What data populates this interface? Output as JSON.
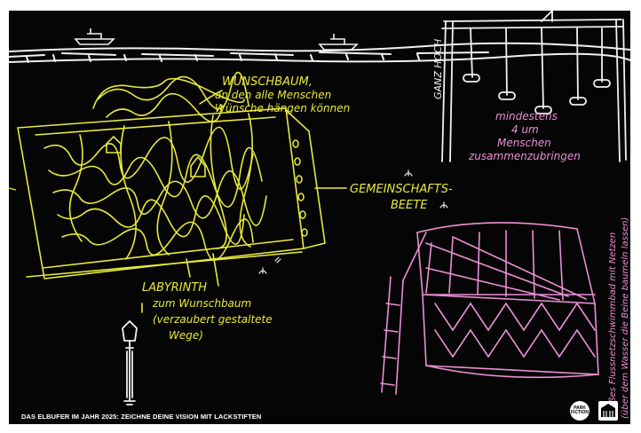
{
  "labels": {
    "wunschbaum": "WUNSCHBAUM,",
    "wunschbaum_line2": "an den alle Menschen",
    "wunschbaum_line3": "Wünsche hängen können",
    "ganz_hoch": "GANZ HOCH",
    "mindestens": "mindestens",
    "mindestens_line2": "4 um",
    "mindestens_line3": "Menschen",
    "mindestens_line4": "zusammenzubringen",
    "gemeinschafts": "GEMEINSCHAFTS-",
    "beete": "BEETE",
    "labyrinth": "LABYRINTH",
    "labyrinth_line2": "zum Wunschbaum",
    "labyrinth_line3": "(verzaubert gestaltete",
    "labyrinth_line4": "Wege)",
    "pool_note": "Großes Flussnetzschwimmbad mit Netzen",
    "pool_note2": "(über dem Wasser die Beine baumeln lassen)"
  },
  "footer": {
    "caption": "DAS ELBUFER IM JAHR 2025: ZEICHNE DEINE VISION MIT LACKSTIFTEN",
    "logo_text": "PARK FICTION"
  },
  "colors": {
    "background": "#050505",
    "yellow_marker": "#e8ea3a",
    "white_marker": "#f0f0f0",
    "pink_marker": "#ea8fd3"
  }
}
